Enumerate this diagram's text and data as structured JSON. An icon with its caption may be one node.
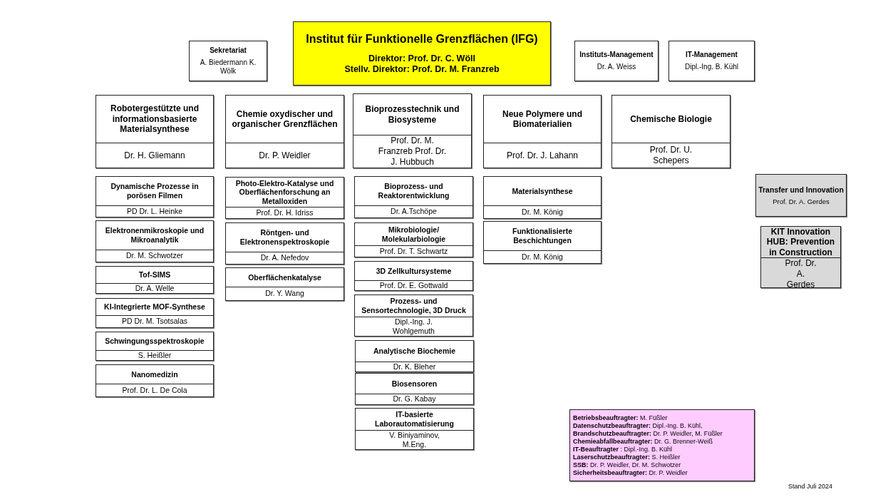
{
  "diagram": {
    "nodes": [
      {
        "text": [
          "Institut für Funktionelle Grenzflächen (IFG)",
          "Direktor: Prof. Dr. C. Wöll",
          "Stellv. Direktor: Prof. Dr. M. Franzreb"
        ]
      },
      {
        "text": [
          "Sekretariat",
          "A. Biedermann K. Wölk"
        ]
      },
      {
        "text": [
          "Instituts-Management",
          "Dr. A. Weiss"
        ]
      },
      {
        "text": [
          "IT-Management",
          "Dipl.-Ing. B. Kühl"
        ]
      },
      {
        "text": [
          "Robotergestützte und informationsbasierte Materialsynthese",
          "Dr. H. Gliemann"
        ]
      },
      {
        "text": [
          "Chemie oxydischer und organischer Grenzflächen",
          "Dr. P. Weidler"
        ]
      },
      {
        "text": [
          "Bioprozesstechnik und Biosysteme",
          "Prof. Dr. M. Franzreb Prof. Dr. J. Hubbuch"
        ]
      },
      {
        "text": [
          "Neue Polymere und Biomaterialien",
          "Prof. Dr. J. Lahann"
        ]
      },
      {
        "text": [
          "Chemische Biologie",
          "Prof. Dr. U. Schepers"
        ]
      },
      {
        "text": [
          "Dynamische Prozesse in porösen Filmen",
          "PD Dr. L. Heinke"
        ]
      },
      {
        "text": [
          "Elektronenmikroskopie und Mikroanalytik",
          "Dr. M. Schwotzer"
        ]
      },
      {
        "text": [
          "Tof-SIMS",
          "Dr. A. Welle"
        ]
      },
      {
        "text": [
          "KI-Integrierte MOF-Synthese",
          "PD Dr. M. Tsotsalas"
        ]
      },
      {
        "text": [
          "Schwingungsspektroskopie",
          "S. Heißler"
        ]
      },
      {
        "text": [
          "Nanomedizin",
          "Prof. Dr. L. De Cola"
        ]
      },
      {
        "text": [
          "Photo-Elektro-Katalyse und Oberflächenforschung an Metalloxiden",
          "Prof. Dr. H. Idriss"
        ]
      },
      {
        "text": [
          "Röntgen- und Elektronenspektroskopie",
          "Dr. A. Nefedov"
        ]
      },
      {
        "text": [
          "Oberflächenkatalyse",
          "Dr. Y. Wang"
        ]
      },
      {
        "text": [
          "Bioprozess- und Reaktorentwicklung",
          "Dr. A.Tschöpe"
        ]
      },
      {
        "text": [
          "Mikrobiologie/ Molekularbiologie",
          "Prof. Dr. T. Schwartz"
        ]
      },
      {
        "text": [
          "3D Zellkultursysteme",
          "Prof. Dr. E. Gottwald"
        ]
      },
      {
        "text": [
          "Prozess- und Sensortechnologie, 3D Druck",
          "Dipl.-Ing. J. Wohlgemuth"
        ]
      },
      {
        "text": [
          "Analytische Biochemie",
          "Dr. K. Bleher"
        ]
      },
      {
        "text": [
          "Biosensoren",
          "Dr. G. Kabay"
        ]
      },
      {
        "text": [
          "IT-basierte Laborautomatisierung",
          "V. Biniyaminov, M.Eng."
        ]
      },
      {
        "text": [
          "Materialsynthese",
          "Dr. M. König"
        ]
      },
      {
        "text": [
          "Funktionalisierte Beschichtungen",
          "Dr. M. König"
        ]
      },
      {
        "text": [
          "Transfer und Innovation",
          "Prof. Dr. A. Gerdes"
        ]
      },
      {
        "text": [
          "KIT Innovation HUB: Prevention in Construction",
          "Prof. Dr. A. Gerdes"
        ]
      },
      {
        "text": [
          "**Betriebsbeauftragter:** M. Füßler",
          "**Datenschutzbeauftragter:** Dipl.-Ing. B. Kühl,",
          "**Brandschutzbeauftragter:** Dr. P. Weidler, M. Füßler",
          "**Chemieabfallbeauftragter:** Dr. G. Brenner-Weiß",
          "**IT-Beauftragter** : Dipl.-Ing. B. Kühl",
          "**Laserschutzbeauftragter:** S. Heißler",
          "**SSB:** Dr. P. Weidler, Dr. M. Schwotzer",
          "**Sicherheitsbeauftragter:** Dr. P. Weidler"
        ]
      }
    ],
    "labels": [
      "Stand Juli 2024"
    ]
  }
}
